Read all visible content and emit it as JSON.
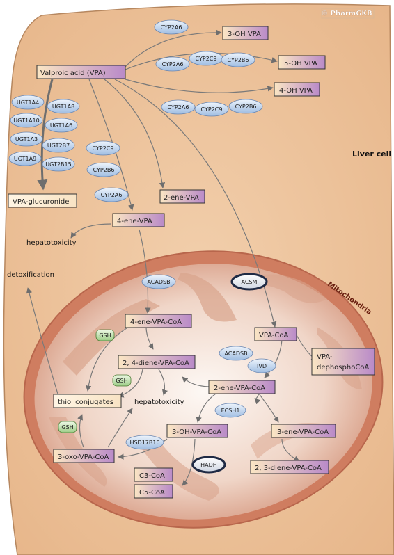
{
  "watermark": "© PharmGKB",
  "regions": {
    "cell": "Liver cell",
    "mito": "Mitochondria"
  },
  "drugs": {
    "vpa": "Valproic acid (VPA)",
    "oh3": "3-OH VPA",
    "oh5": "5-OH VPA",
    "oh4": "4-OH VPA",
    "gluc": "VPA-glucuronide",
    "ene2": "2-ene-VPA",
    "ene4": "4-ene-VPA",
    "ene4coa": "4-ene-VPA-CoA",
    "diene24": "2, 4-diene-VPA-CoA",
    "thiol": "thiol conjugates",
    "oxo3": "3-oxo-VPA-CoA",
    "vpacoa": "VPA-CoA",
    "dephospho": [
      "VPA-",
      "dephosphoCoA"
    ],
    "ene2coa": "2-ene-VPA-CoA",
    "oh3coa": "3-OH-VPA-CoA",
    "ene3coa": "3-ene-VPA-CoA",
    "diene23": "2, 3-diene-VPA-CoA",
    "c3": "C3-CoA",
    "c5": "C5-CoA"
  },
  "outcomes": {
    "hep1": "hepatotoxicity",
    "hep2": "hepatotoxicity",
    "detox": "detoxification"
  },
  "enzymes": {
    "cyp2a6_1": "CYP2A6",
    "cyp2a6_2": "CYP2A6",
    "cyp2c9_1": "CYP2C9",
    "cyp2b6_1": "CYP2B6",
    "cyp2a6_3": "CYP2A6",
    "cyp2c9_2": "CYP2C9",
    "cyp2b6_2": "CYP2B6",
    "cyp2c9_3": "CYP2C9",
    "cyp2b6_3": "CYP2B6",
    "cyp2a6_4": "CYP2A6",
    "ugt1a4": "UGT1A4",
    "ugt1a8": "UGT1A8",
    "ugt1a10": "UGT1A10",
    "ugt1a6": "UGT1A6",
    "ugt1a3": "UGT1A3",
    "ugt2b7": "UGT2B7",
    "ugt1a9": "UGT1A9",
    "ugt2b15": "UGT2B15",
    "acadsb1": "ACADSB",
    "acsm": "ACSM",
    "acadsb2": "ACADSB",
    "ivd": "IVD",
    "ecsh1": "ECSH1",
    "hsd17b10": "HSD17B10",
    "hadh": "HADH",
    "gsh1": "GSH",
    "gsh2": "GSH",
    "gsh3": "GSH"
  }
}
